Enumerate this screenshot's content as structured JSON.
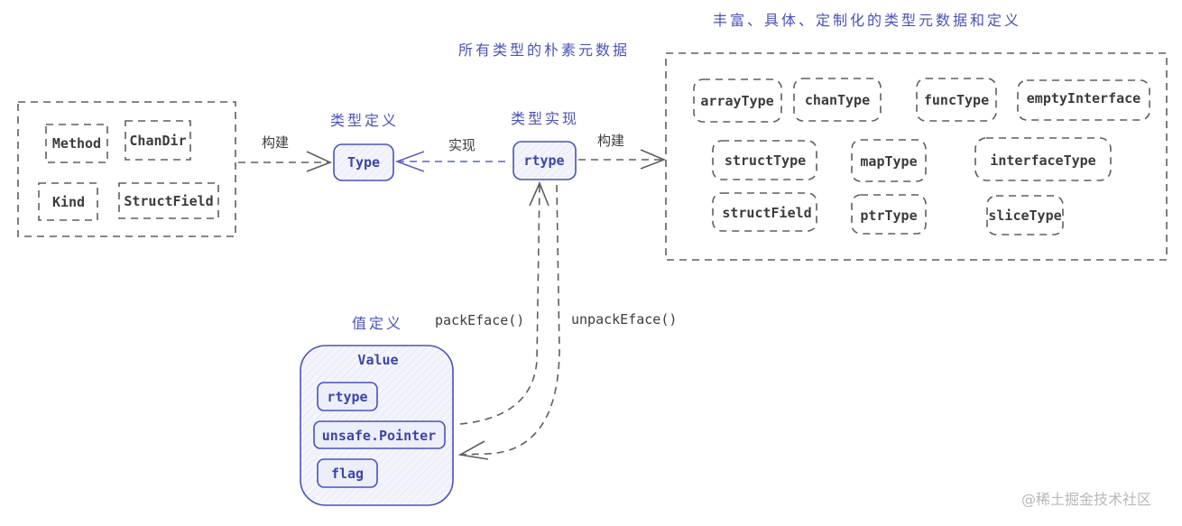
{
  "titles": {
    "primitive_metadata": "所有类型的朴素元数据",
    "rich_metadata": "丰富、具体、定制化的类型元数据和定义",
    "type_definition": "类型定义",
    "type_implementation": "类型实现",
    "value_definition": "值定义"
  },
  "left_group": {
    "items": [
      "Method",
      "ChanDir",
      "Kind",
      "StructField"
    ]
  },
  "nodes": {
    "type": "Type",
    "rtype": "rtype"
  },
  "edges": {
    "build_left": "构建",
    "implements": "实现",
    "build_right": "构建",
    "pack": "packEface()",
    "unpack": "unpackEface()"
  },
  "right_group": {
    "items": [
      "arrayType",
      "chanType",
      "funcType",
      "emptyInterface",
      "structType",
      "mapType",
      "interfaceType",
      "structField",
      "ptrType",
      "sliceType"
    ]
  },
  "value": {
    "title": "Value",
    "fields": [
      "rtype",
      "unsafe.Pointer",
      "flag"
    ]
  },
  "watermark": "@稀土掘金技术社区",
  "colors": {
    "accent_blue": "#4a52b8",
    "gray_stroke": "#5e5e5e",
    "hatch_gray": "#f0f0f0",
    "hatch_blue": "#eef0fb"
  }
}
